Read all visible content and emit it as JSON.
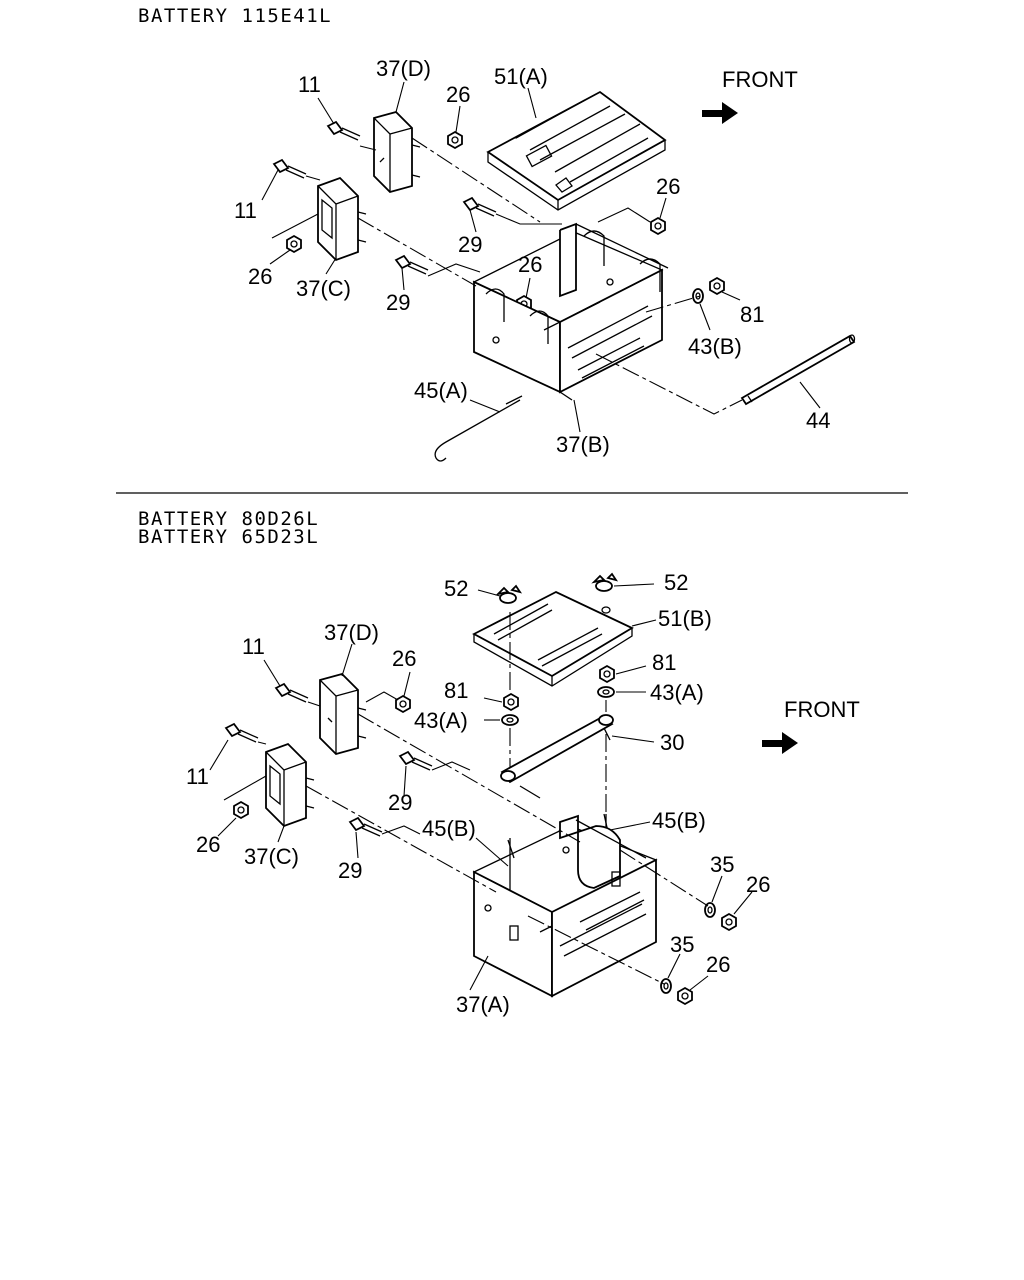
{
  "section1": {
    "header": "BATTERY 115E41L",
    "front_label": "FRONT",
    "callouts": {
      "c11a": "11",
      "c37d": "37(D)",
      "c26a": "26",
      "c51a": "51(A)",
      "c11b": "11",
      "c26b": "26",
      "c37c": "37(C)",
      "c29a": "29",
      "c29b": "29",
      "c26c": "26",
      "c26d": "26",
      "c81": "81",
      "c43b": "43(B)",
      "c45a": "45(A)",
      "c37b": "37(B)",
      "c44": "44"
    }
  },
  "section2": {
    "header_line1": "BATTERY 80D26L",
    "header_line2": "BATTERY 65D23L",
    "front_label": "FRONT",
    "callouts": {
      "c52a": "52",
      "c52b": "52",
      "c51b": "51(B)",
      "c37d": "37(D)",
      "c11a": "11",
      "c26a": "26",
      "c81a": "81",
      "c81b": "81",
      "c43a1": "43(A)",
      "c43a2": "43(A)",
      "c30": "30",
      "c11b": "11",
      "c29a": "29",
      "c45b1": "45(B)",
      "c45b2": "45(B)",
      "c26b": "26",
      "c37c": "37(C)",
      "c29b": "29",
      "c35a": "35",
      "c26c": "26",
      "c35b": "35",
      "c26d": "26",
      "c37a": "37(A)"
    }
  }
}
